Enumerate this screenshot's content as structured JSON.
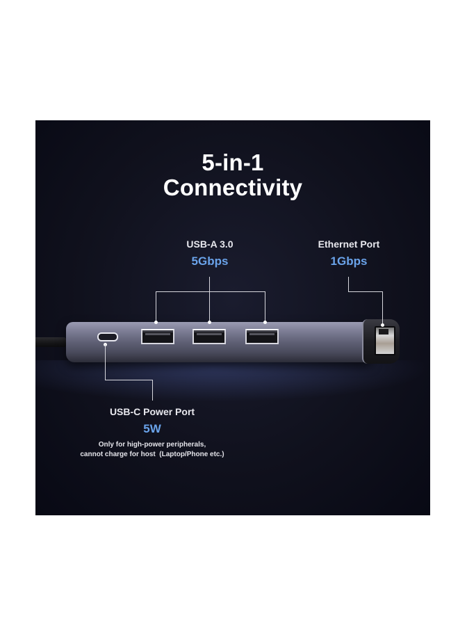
{
  "title": {
    "line1": "5-in-1",
    "line2": "Connectivity"
  },
  "callouts": {
    "usb_a": {
      "label": "USB-A 3.0",
      "speed": "5Gbps"
    },
    "ethernet": {
      "label": "Ethernet Port",
      "speed": "1Gbps"
    },
    "usb_c": {
      "label": "USB-C Power Port",
      "power": "5W",
      "note_line1": "Only for high-power peripherals,",
      "note_line2": "cannot charge for host  (Laptop/Phone etc.)"
    }
  },
  "colors": {
    "background": "#10111d",
    "accent": "#6aa3ea",
    "text": "#ffffff"
  },
  "product": {
    "ports": [
      "usb-c-port",
      "usb-a-port",
      "usb-a-port",
      "usb-a-port",
      "ethernet-port"
    ]
  }
}
